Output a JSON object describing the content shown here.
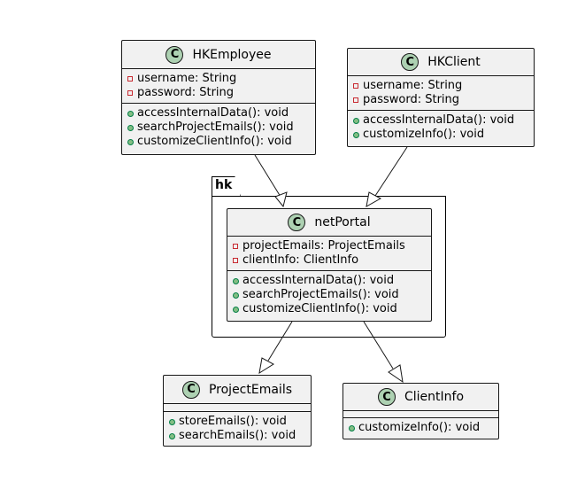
{
  "package": {
    "name": "hk"
  },
  "classes": {
    "hkemployee": {
      "name": "HKEmployee",
      "icon": "C",
      "attributes": [
        "username: String",
        "password: String"
      ],
      "methods": [
        "accessInternalData(): void",
        "searchProjectEmails(): void",
        "customizeClientInfo(): void"
      ]
    },
    "hkclient": {
      "name": "HKClient",
      "icon": "C",
      "attributes": [
        "username: String",
        "password: String"
      ],
      "methods": [
        "accessInternalData(): void",
        "customizeInfo(): void"
      ]
    },
    "netportal": {
      "name": "netPortal",
      "icon": "C",
      "attributes": [
        "projectEmails: ProjectEmails",
        "clientInfo: ClientInfo"
      ],
      "methods": [
        "accessInternalData(): void",
        "searchProjectEmails(): void",
        "customizeClientInfo(): void"
      ]
    },
    "projectemails": {
      "name": "ProjectEmails",
      "icon": "C",
      "attributes": [],
      "methods": [
        "storeEmails(): void",
        "searchEmails(): void"
      ]
    },
    "clientinfo": {
      "name": "ClientInfo",
      "icon": "C",
      "attributes": [],
      "methods": [
        "customizeInfo(): void"
      ]
    }
  },
  "relations": [
    {
      "from": "HKEmployee",
      "to": "netPortal",
      "type": "inheritance"
    },
    {
      "from": "HKClient",
      "to": "netPortal",
      "type": "inheritance"
    },
    {
      "from": "netPortal",
      "to": "ProjectEmails",
      "type": "inheritance"
    },
    {
      "from": "netPortal",
      "to": "ClientInfo",
      "type": "inheritance"
    }
  ],
  "colors": {
    "class_bg": "#f1f1f1",
    "class_icon": "#add1b2",
    "private": "#c82930",
    "public": "#84be84"
  }
}
